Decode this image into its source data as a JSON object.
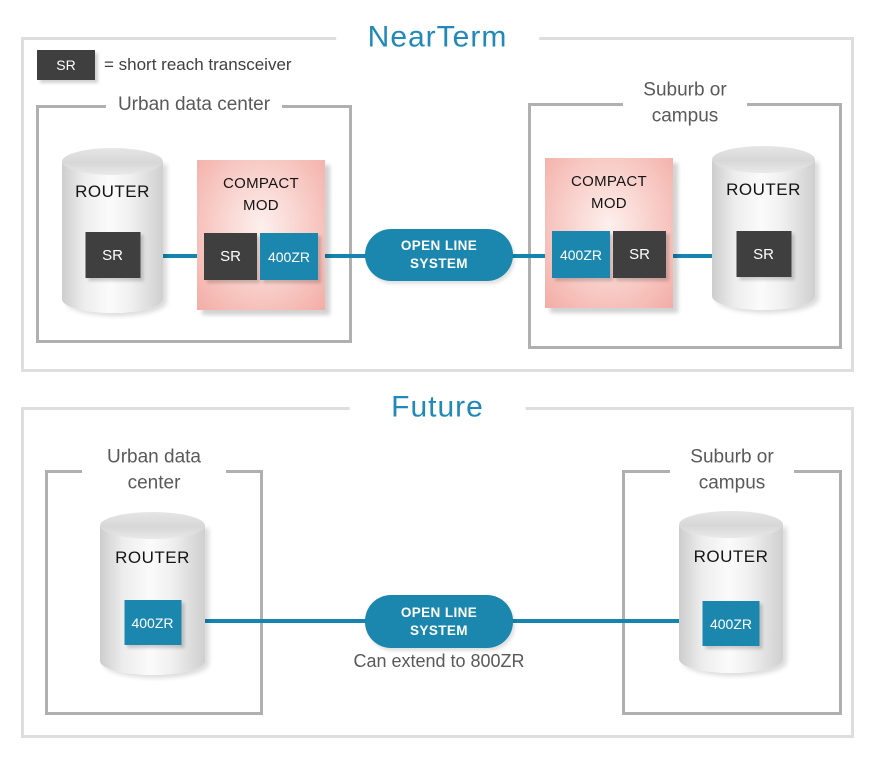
{
  "colors": {
    "teal_fill": "#1c87ae",
    "teal_line": "#1585ad",
    "title_teal": "#2189b8",
    "badge_dark": "#3f3f3f",
    "pink_module": "#f3aca5",
    "outer_frame": "#dedede",
    "inner_frame": "#b0b0b0",
    "label_gray": "#595959"
  },
  "near_term": {
    "title": "NearTerm",
    "legend": {
      "badge_label": "SR",
      "text": "= short reach transceiver"
    },
    "urban": {
      "label": "Urban data center",
      "router_label": "ROUTER",
      "router_badge": "SR",
      "compact_label": "COMPACT MOD",
      "compact_badge_left": "SR",
      "compact_badge_right": "400ZR"
    },
    "open_line_label": "OPEN LINE SYSTEM",
    "suburb": {
      "label": "Suburb or campus",
      "compact_label": "COMPACT MOD",
      "compact_badge_left": "400ZR",
      "compact_badge_right": "SR",
      "router_label": "ROUTER",
      "router_badge": "SR"
    }
  },
  "future": {
    "title": "Future",
    "urban": {
      "label": "Urban data center",
      "router_label": "ROUTER",
      "router_badge": "400ZR"
    },
    "open_line_label": "OPEN LINE SYSTEM",
    "note": "Can extend to 800ZR",
    "suburb": {
      "label": "Suburb or campus",
      "router_label": "ROUTER",
      "router_badge": "400ZR"
    }
  }
}
